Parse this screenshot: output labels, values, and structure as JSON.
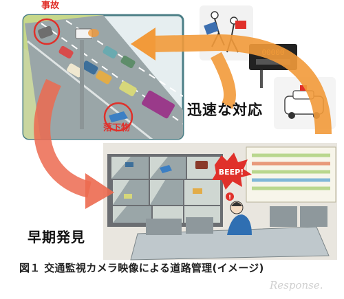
{
  "labels": {
    "accident": "事故",
    "debris": "落下物",
    "rapid_response": "迅速な対応",
    "early_detection": "早期発見",
    "beep": "BEEP!",
    "sign_digits": "00000",
    "alert": "!"
  },
  "caption": "図１ 交通監視カメラ映像による道路管理(イメージ)",
  "watermark": "Response.",
  "colors": {
    "arrow_orange": "#f29a3a",
    "arrow_red": "#ec6a50",
    "alert_red": "#e0302a",
    "panel_frame": "#4b7e86",
    "road": "#9aa6a8",
    "grass": "#c7d88a"
  }
}
